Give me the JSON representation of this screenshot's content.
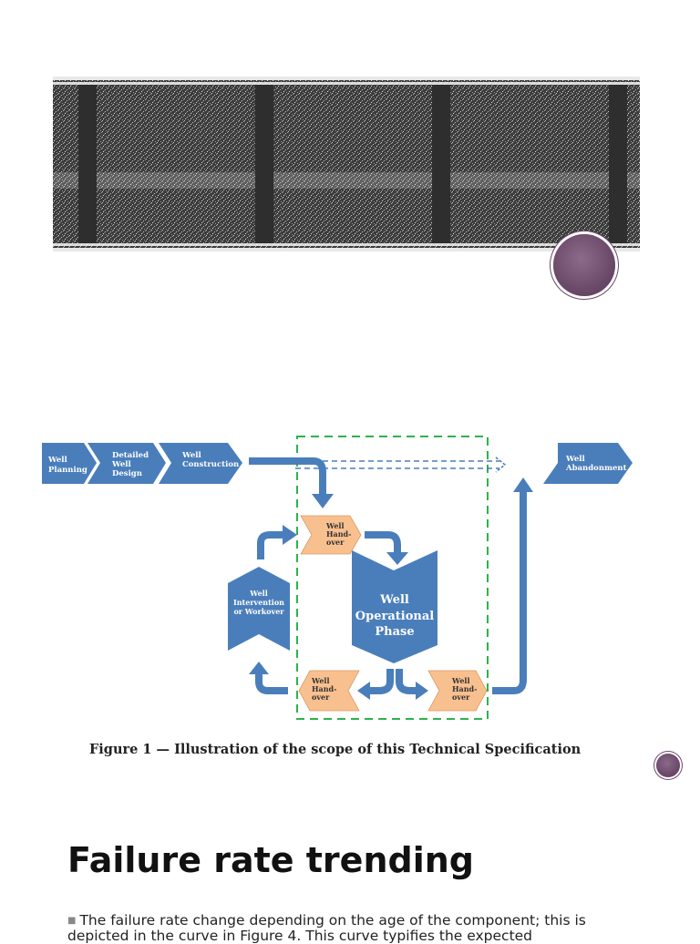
{
  "figure": {
    "nodes": {
      "well_planning": [
        "Well",
        "Planning"
      ],
      "detailed_well_design": [
        "Detailed",
        "Well",
        "Design"
      ],
      "well_construction": [
        "Well",
        "Construction"
      ],
      "well_abandonment": [
        "Well",
        "Abandonment"
      ],
      "handover_top": [
        "Well",
        "Hand-",
        "over"
      ],
      "handover_bottom_left": [
        "Well",
        "Hand-",
        "over"
      ],
      "handover_bottom_right": [
        "Well",
        "Hand-",
        "over"
      ],
      "intervention": [
        "Well",
        "Intervention",
        "or Workover"
      ],
      "operational_phase": [
        "Well",
        "Operational",
        "Phase"
      ]
    },
    "caption": "Figure 1 — Illustration of the scope of this Technical Specification",
    "colors": {
      "blue": "#4a7ebb",
      "orange": "#f9c08f",
      "green_dash": "#2db34a"
    }
  },
  "section": {
    "title": "Failure rate trending",
    "bullet": "The failure rate change depending on the age of the component; this is depicted in the curve in Figure 4. This curve typifies the expected"
  }
}
